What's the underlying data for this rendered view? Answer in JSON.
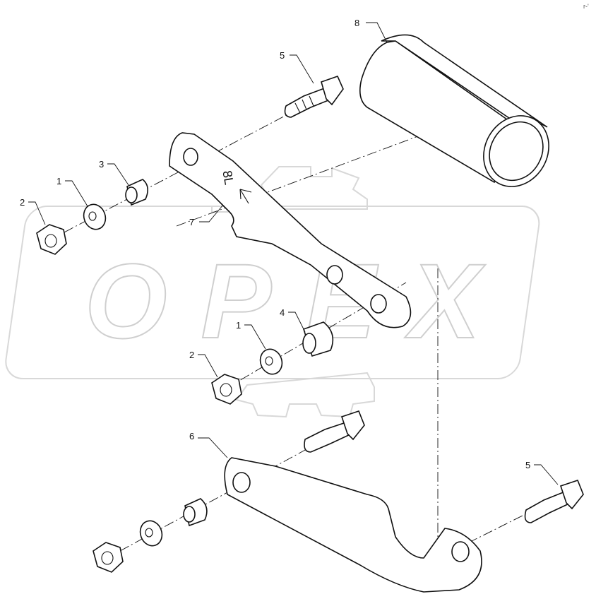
{
  "diagram": {
    "watermark": "OPEX",
    "stamp": "8L",
    "corner_mark": "r-'",
    "callouts": [
      "8",
      "5",
      "3",
      "1",
      "2",
      "7",
      "4",
      "1",
      "2",
      "6",
      "5"
    ]
  }
}
